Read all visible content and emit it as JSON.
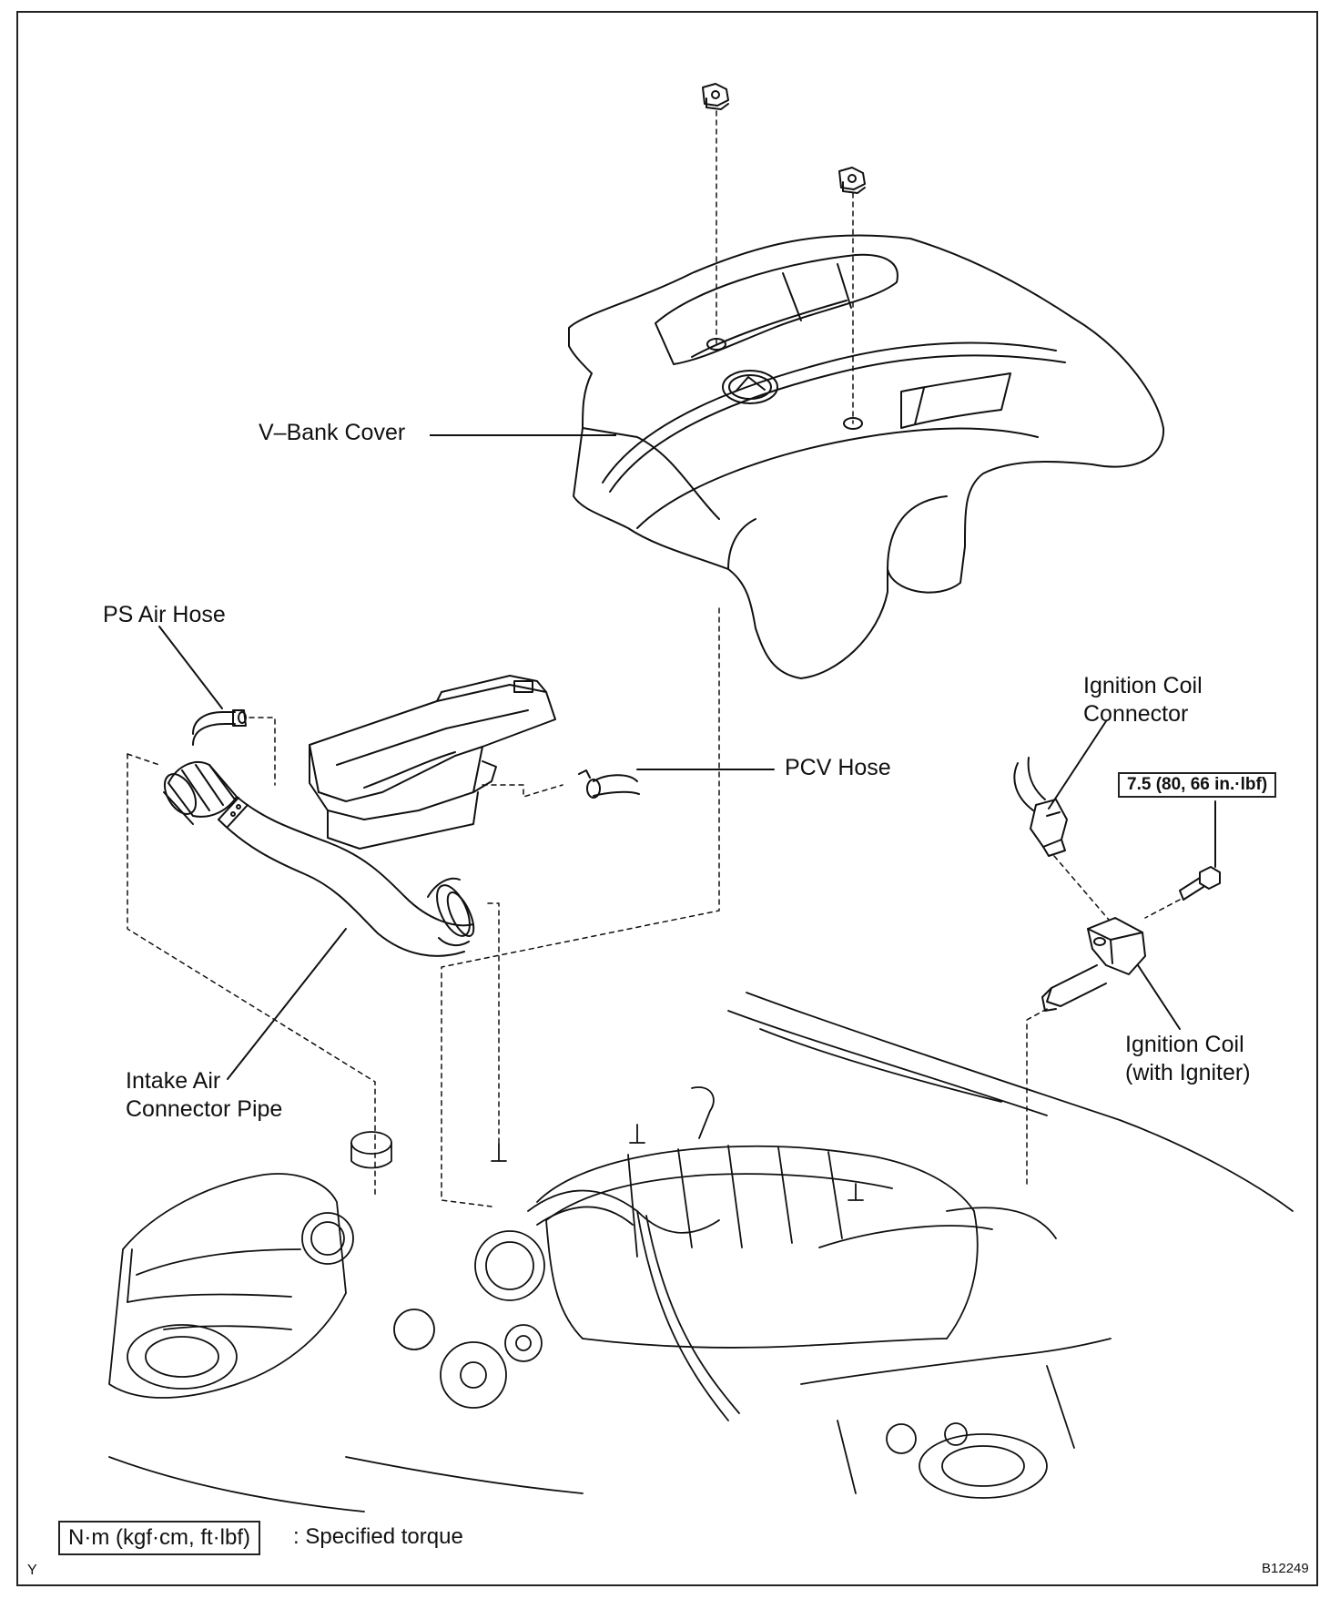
{
  "labels": {
    "vbank_cover": "V–Bank Cover",
    "ps_air_hose": "PS Air Hose",
    "pcv_hose": "PCV Hose",
    "ignition_coil_connector_l1": "Ignition Coil",
    "ignition_coil_connector_l2": "Connector",
    "ignition_coil_l1": "Ignition Coil",
    "ignition_coil_l2": "(with Igniter)",
    "intake_pipe_l1": "Intake Air",
    "intake_pipe_l2": "Connector Pipe"
  },
  "torque_value": "7.5 (80, 66 in.·lbf)",
  "legend": {
    "box": "N·m (kgf·cm, ft·lbf)",
    "text": ": Specified torque"
  },
  "corner_mark": "Y",
  "figure_code": "B12249"
}
